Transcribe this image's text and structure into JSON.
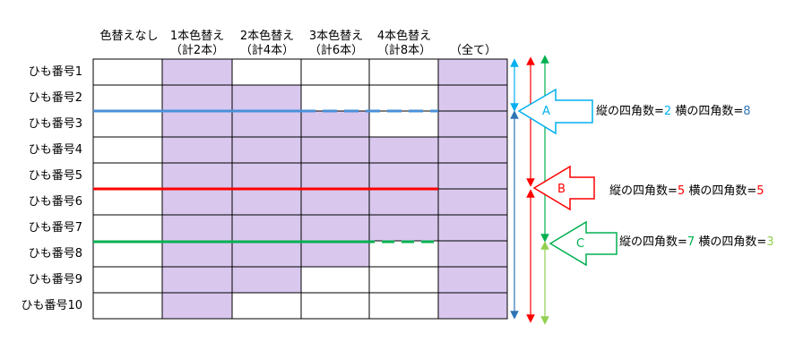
{
  "columns": [
    {
      "line1": "色替えなし",
      "line2": ""
    },
    {
      "line1": "1本色替え",
      "line2": "（計2本）"
    },
    {
      "line1": "2本色替え",
      "line2": "（計4本）"
    },
    {
      "line1": "3本色替え",
      "line2": "（計6本）"
    },
    {
      "line1": "4本色替え",
      "line2": "（計8本）"
    },
    {
      "line1": "",
      "line2": "（全て）"
    }
  ],
  "rows": [
    "ひも番号1",
    "ひも番号2",
    "ひも番号3",
    "ひも番号4",
    "ひも番号5",
    "ひも番号6",
    "ひも番号7",
    "ひも番号8",
    "ひも番号9",
    "ひも番号10"
  ],
  "colors": {
    "filled": "#d9c7ee",
    "grid": "#000000",
    "A": "#4a90d9",
    "A_arrow": "#00b0f0",
    "B": "#ff0000",
    "C": "#00b050",
    "C_light": "#92d050"
  },
  "fill_start_row": [
    null,
    0,
    1,
    2,
    3,
    0
  ],
  "markers": {
    "A": {
      "letter": "A",
      "note_prefix": "縦の四角数=",
      "note_v1": "2",
      "note_mid": " 横の四角数=",
      "note_v2": "8"
    },
    "B": {
      "letter": "B",
      "note_prefix": "縦の四角数=",
      "note_v1": "5",
      "note_mid": " 横の四角数=",
      "note_v2": "5"
    },
    "C": {
      "letter": "C",
      "note_prefix": "縦の四角数=",
      "note_v1": "7",
      "note_mid": " 横の四角数=",
      "note_v2": "3"
    }
  }
}
